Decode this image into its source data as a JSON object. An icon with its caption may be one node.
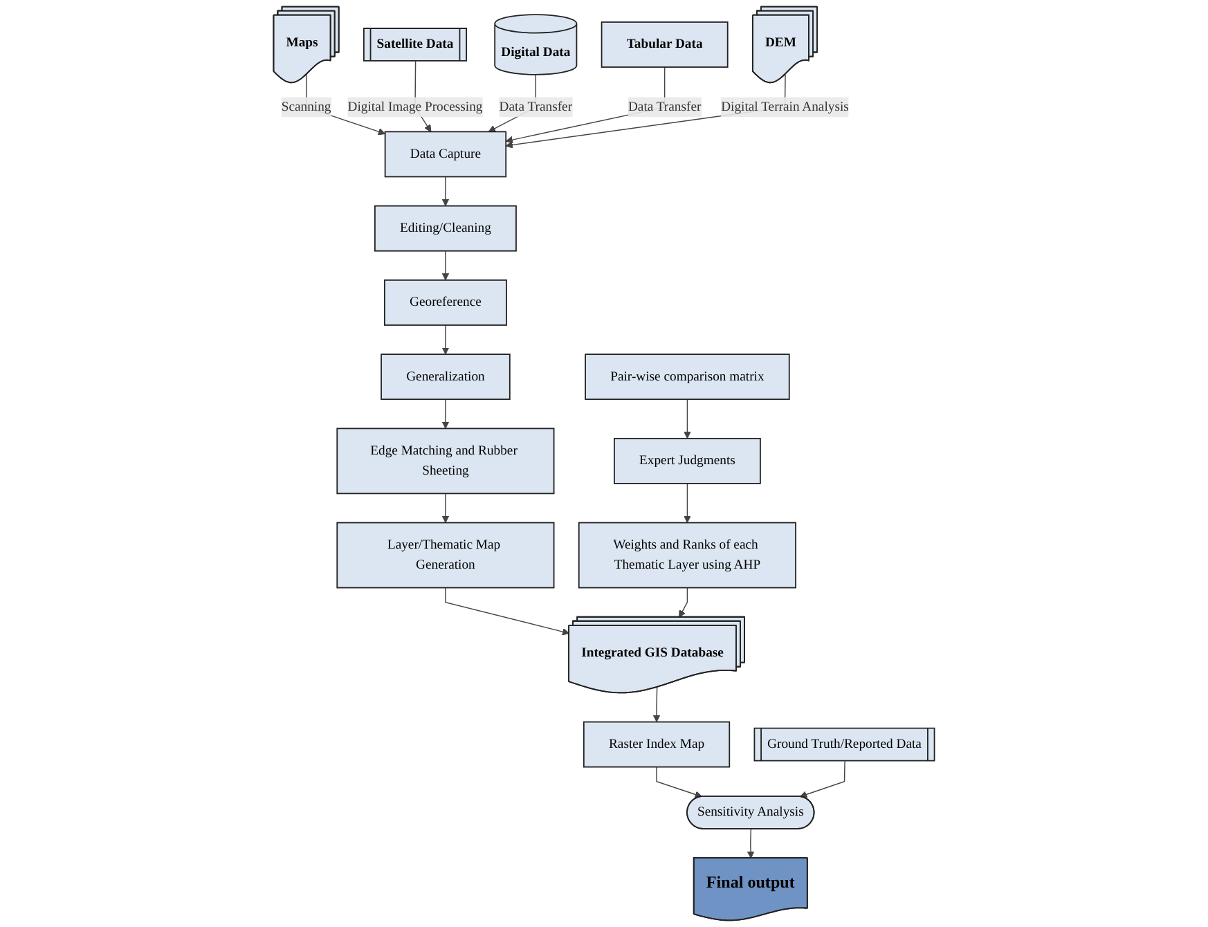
{
  "diagram": {
    "nodes": [
      {
        "text": [
          "Maps"
        ]
      },
      {
        "text": [
          "Satellite Data"
        ]
      },
      {
        "text": [
          "Digital Data"
        ]
      },
      {
        "text": [
          "Tabular Data"
        ]
      },
      {
        "text": [
          "DEM"
        ]
      },
      {
        "text": [
          "Data Capture"
        ]
      },
      {
        "text": [
          "Editing/Cleaning"
        ]
      },
      {
        "text": [
          "Georeference"
        ]
      },
      {
        "text": [
          "Generalization"
        ]
      },
      {
        "text": [
          "Edge Matching and Rubber Sheeting"
        ]
      },
      {
        "text": [
          "Layer/Thematic Map Generation"
        ]
      },
      {
        "text": [
          "Pair-wise comparison matrix"
        ]
      },
      {
        "text": [
          "Expert Judgments"
        ]
      },
      {
        "text": [
          "Weights and Ranks of each Thematic Layer using AHP"
        ]
      },
      {
        "text": [
          "Integrated GIS Database"
        ]
      },
      {
        "text": [
          "Raster Index Map"
        ]
      },
      {
        "text": [
          "Ground Truth/Reported Data"
        ]
      },
      {
        "text": [
          "Sensitivity Analysis"
        ]
      },
      {
        "text": [
          "Final output"
        ]
      }
    ],
    "edges": [
      {
        "from": 0,
        "to": 5,
        "arrow": "to",
        "label": "Scanning"
      },
      {
        "from": 1,
        "to": 5,
        "arrow": "to",
        "label": "Digital Image Processing"
      },
      {
        "from": 2,
        "to": 5,
        "arrow": "to",
        "label": "Data Transfer"
      },
      {
        "from": 3,
        "to": 5,
        "arrow": "to",
        "label": "Data Transfer"
      },
      {
        "from": 4,
        "to": 5,
        "arrow": "to",
        "label": "Digital Terrain Analysis"
      },
      {
        "from": 5,
        "to": 6,
        "arrow": "to"
      },
      {
        "from": 6,
        "to": 7,
        "arrow": "to"
      },
      {
        "from": 7,
        "to": 8,
        "arrow": "to"
      },
      {
        "from": 8,
        "to": 9,
        "arrow": "to"
      },
      {
        "from": 9,
        "to": 10,
        "arrow": "to"
      },
      {
        "from": 10,
        "to": 14,
        "arrow": "to"
      },
      {
        "from": 11,
        "to": 12,
        "arrow": "to"
      },
      {
        "from": 12,
        "to": 13,
        "arrow": "to"
      },
      {
        "from": 13,
        "to": 14,
        "arrow": "to"
      },
      {
        "from": 14,
        "to": 15,
        "arrow": "to"
      },
      {
        "from": 15,
        "to": 17,
        "arrow": "to"
      },
      {
        "from": 16,
        "to": 17,
        "arrow": "to"
      },
      {
        "from": 17,
        "to": 18,
        "arrow": "to"
      }
    ]
  }
}
